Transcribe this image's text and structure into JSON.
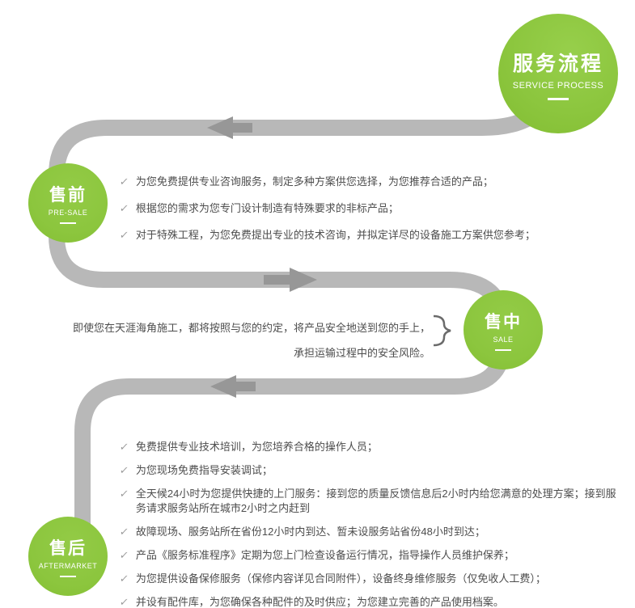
{
  "colors": {
    "green": "#8cc63e",
    "path_gray": "#b8b8b8",
    "arrow_gray": "#979797",
    "text": "#4d4d4d"
  },
  "icons": {
    "check": "✓"
  },
  "header": {
    "title": "服务流程",
    "subtitle": "SERVICE PROCESS"
  },
  "presale": {
    "title": "售前",
    "subtitle": "PRE-SALE",
    "items": [
      "为您免费提供专业咨询服务，制定多种方案供您选择，为您推荐合适的产品；",
      "根据您的需求为您专门设计制造有特殊要求的非标产品；",
      "对于特殊工程，为您免费提出专业的技术咨询，并拟定详尽的设备施工方案供您参考；"
    ]
  },
  "sale": {
    "title": "售中",
    "subtitle": "SALE",
    "line1": "即使您在天涯海角施工，都将按照与您的约定，将产品安全地送到您的手上，",
    "line2": "承担运输过程中的安全风险。"
  },
  "aftersale": {
    "title": "售后",
    "subtitle": "AFTERMARKET",
    "items": [
      "免费提供专业技术培训，为您培养合格的操作人员；",
      "为您现场免费指导安装调试；",
      "全天候24小时为您提供快捷的上门服务：接到您的质量反馈信息后2小时内给您满意的处理方案；接到服务请求服务站所在城市2小时之内赶到",
      "故障现场、服务站所在省份12小时内到达、暂未设服务站省份48小时到达；",
      "产品《服务标准程序》定期为您上门检查设备运行情况，指导操作人员维护保养；",
      "为您提供设备保修服务（保修内容详见合同附件），设备终身维修服务（仅免收人工费）；",
      "并设有配件库，为您确保各种配件的及时供应；为您建立完善的产品使用档案。"
    ]
  }
}
